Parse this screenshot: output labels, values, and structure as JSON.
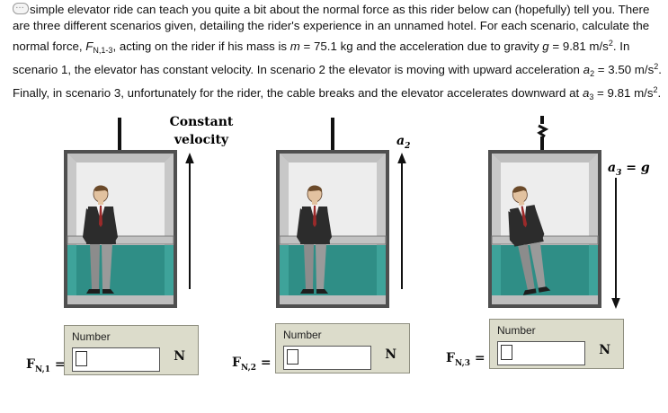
{
  "problem": {
    "p1": "simple elevator ride can teach you quite a bit about the normal force as this rider below can (hopefully) tell you. There are three different scenarios given, detailing the rider's experience in an unnamed hotel. For each scenario, calculate the normal force, ",
    "fn": "F",
    "fn_sub": "N,1-3",
    "p2": ", acting on the rider if his mass is ",
    "m": "m",
    "p3": " = 75.1 kg and the acceleration due to gravity ",
    "g": "g",
    "p4": " = 9.81  m/s",
    "sup2": "2",
    "p5": ". In scenario 1, the elevator has constant velocity. In scenario 2 the elevator is moving with upward acceleration ",
    "a2": "a",
    "a2_sub": "2",
    "p6": " = 3.50 m/s",
    "p7": ". Finally, in scenario 3, unfortunately for the rider, the cable breaks and the elevator accelerates downward at ",
    "a3": "a",
    "a3_sub": "3",
    "p8": " = 9.81 m/s",
    "p9": "."
  },
  "figure": {
    "constant_label_1": "Constant",
    "constant_label_2": "velocity",
    "a2_label": "a",
    "a2_sub": "2",
    "a3_label": "a",
    "a3_sub": "3",
    "a3_eq": " = g"
  },
  "answers": [
    {
      "label": "F",
      "sub": "N,1",
      "eq": "=",
      "box_label": "Number",
      "value": "",
      "unit": "N"
    },
    {
      "label": "F",
      "sub": "N,2",
      "eq": "=",
      "box_label": "Number",
      "value": "",
      "unit": "N"
    },
    {
      "label": "F",
      "sub": "N,3",
      "eq": "=",
      "box_label": "Number",
      "value": "",
      "unit": "N"
    }
  ],
  "colors": {
    "cab_frame": "#4a4a4a",
    "cab_wall": "#e8e8e8",
    "floor_teal": "#2f8e86",
    "answer_bg": "#dcdccb"
  }
}
